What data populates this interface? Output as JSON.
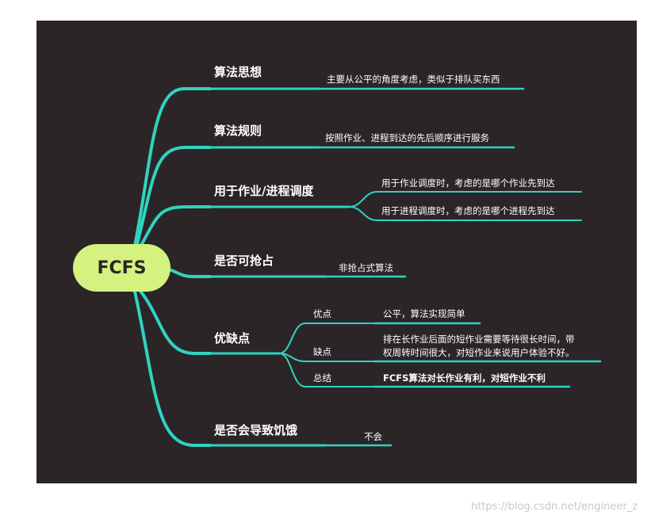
{
  "root": {
    "label": "FCFS"
  },
  "branches": [
    {
      "title": "算法思想",
      "notes": [
        "主要从公平的角度考虑，类似于排队买东西"
      ]
    },
    {
      "title": "算法规则",
      "notes": [
        "按照作业、进程到达的先后顺序进行服务"
      ]
    },
    {
      "title": "用于作业/进程调度",
      "notes": [
        "用于作业调度时，考虑的是哪个作业先到达",
        "用于进程调度时，考虑的是哪个进程先到达"
      ]
    },
    {
      "title": "是否可抢占",
      "notes": [
        "非抢占式算法"
      ]
    },
    {
      "title": "优缺点",
      "items": [
        {
          "label": "优点",
          "text": [
            "公平，算法实现简单"
          ]
        },
        {
          "label": "缺点",
          "text": [
            "排在长作业后面的短作业需要等待很长时间，带",
            "权周转时间很大，对短作业来说用户体验不好。"
          ]
        },
        {
          "label": "总结",
          "text": [
            "FCFS算法对长作业有利，对短作业不利"
          ]
        }
      ]
    },
    {
      "title": "是否会导致饥饿",
      "notes": [
        "不会"
      ]
    }
  ],
  "colors": {
    "background": "#2b2528",
    "link": "#2fd4bf",
    "root_fill": "#d4f27f",
    "text": "#ffffff"
  },
  "watermark": "https://blog.csdn.net/engineer_z"
}
